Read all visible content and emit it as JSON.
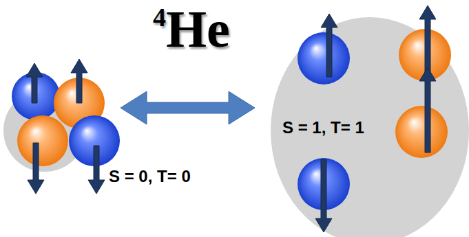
{
  "diagram": {
    "title": "4He",
    "nodes": [
      {
        "text": [
          "S = 0, T= 0"
        ]
      },
      {
        "text": [
          "S = 1, T= 1"
        ]
      }
    ],
    "edges": [
      {
        "from": 0,
        "to": 1,
        "arrow": "both"
      }
    ]
  }
}
